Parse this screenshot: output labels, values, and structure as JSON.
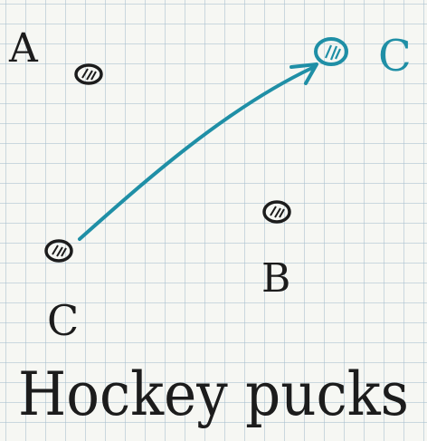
{
  "labels": {
    "puck_a": "A",
    "puck_b": "B",
    "puck_c_start": "C",
    "puck_c_end": "C"
  },
  "caption": "Hockey pucks",
  "colors": {
    "ink": "#1c1c1c",
    "move": "#1f8fa6",
    "paper": "#f6f7f3",
    "grid": "#a5becd"
  }
}
